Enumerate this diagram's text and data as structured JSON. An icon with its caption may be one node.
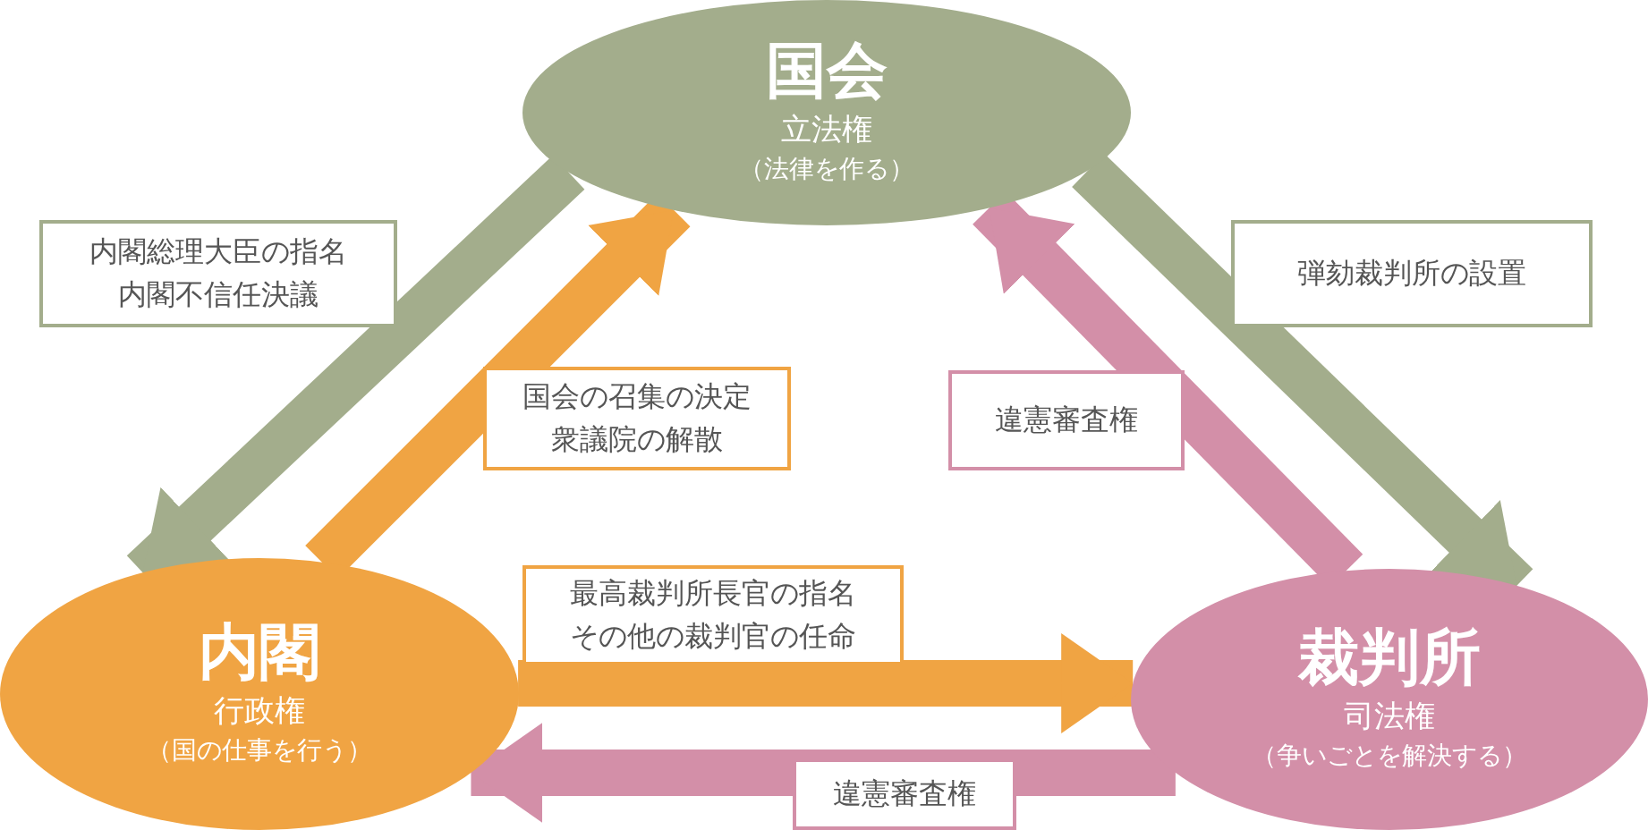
{
  "diagram": {
    "nodes": [
      {
        "text": [
          "国会",
          "立法権",
          "（法律を作る）"
        ]
      },
      {
        "text": [
          "内閣",
          "行政権",
          "（国の仕事を行う）"
        ]
      },
      {
        "text": [
          "裁判所",
          "司法権",
          "（争いごとを解決する）"
        ]
      }
    ],
    "edges": [
      {
        "from": 0,
        "to": 1,
        "arrow": "to",
        "label": "内閣総理大臣の指名内閣不信任決議",
        "color": "#a3ad8c"
      },
      {
        "from": 1,
        "to": 0,
        "arrow": "to",
        "label": "国会の召集の決定衆議院の解散",
        "color": "#f0a443"
      },
      {
        "from": 2,
        "to": 0,
        "arrow": "to",
        "label": "違憲審査権",
        "color": "#d38fa8"
      },
      {
        "from": 0,
        "to": 2,
        "arrow": "to",
        "label": "弾劾裁判所の設置",
        "color": "#a3ad8c"
      },
      {
        "from": 1,
        "to": 2,
        "arrow": "to",
        "label": "最高裁判所長官の指名その他の裁判官の任命",
        "color": "#f0a443"
      },
      {
        "from": 2,
        "to": 1,
        "arrow": "to",
        "label": "違憲審査権",
        "color": "#d38fa8"
      }
    ]
  }
}
